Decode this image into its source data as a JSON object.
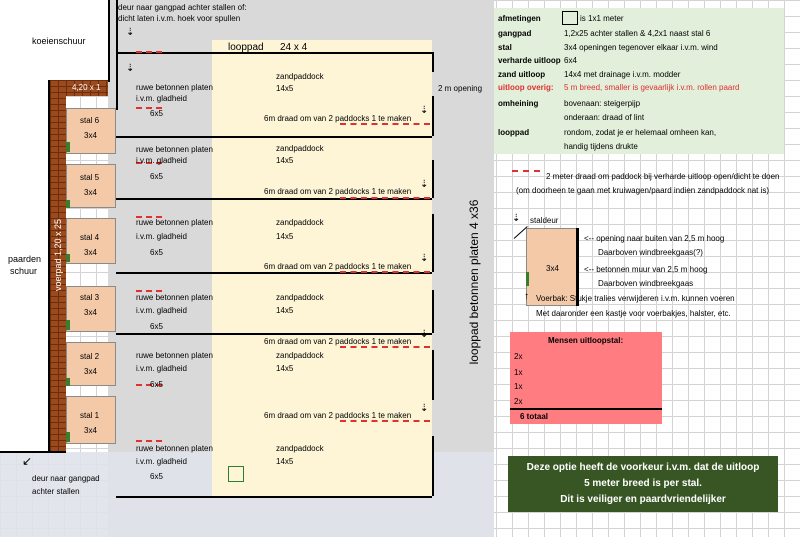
{
  "top_note": [
    "deur naar gangpad achter stallen of:",
    "dicht laten i.v.m. hoek voor spullen"
  ],
  "koeienschuur": "koeienschuur",
  "paardenschuur": [
    "paarden",
    "schuur"
  ],
  "voerpad": "voerpad 1,20 x 25",
  "corner_box": "4,20 x 1",
  "looppad_top": "looppad",
  "looppad_top_size": "24 x 4",
  "looppad_right": "looppad betonnen platen 4 x36",
  "opening_2m": "2 m opening",
  "bottom_left_note": [
    "deur naar gangpad",
    "achter stallen"
  ],
  "stalls": [
    {
      "name": "stal 6",
      "size": "3x4"
    },
    {
      "name": "stal 5",
      "size": "3x4"
    },
    {
      "name": "stal 4",
      "size": "3x4"
    },
    {
      "name": "stal 3",
      "size": "3x4"
    },
    {
      "name": "stal 2",
      "size": "3x4"
    },
    {
      "name": "stal 1",
      "size": "3x4"
    }
  ],
  "paddock": {
    "plates": [
      "ruwe betonnen platen",
      "i.v.m. gladheid"
    ],
    "plates_size": "6x5",
    "sand": "zandpaddock",
    "sand_size": "14x5",
    "wire_note": "6m draad om van 2 paddocks 1 te maken"
  },
  "legend": {
    "rows": [
      {
        "key": "afmetingen",
        "value": "is 1x1 meter"
      },
      {
        "key": "gangpad",
        "value": "1,2x25 achter stallen & 4,2x1 naast stal 6"
      },
      {
        "key": "stal",
        "value": "3x4 openingen tegenover elkaar i.v.m. wind"
      },
      {
        "key": "verharde uitloop",
        "value": "6x4"
      },
      {
        "key": "zand uitloop",
        "value": "14x4 met drainage i.v.m. modder"
      },
      {
        "key": "uitloop overig:",
        "value": "5 m breed, smaller is gevaarlijk i.v.m. rollen paard"
      },
      {
        "key": "omheining",
        "value": "bovenaan: steigerpijp"
      },
      {
        "key": "",
        "value": "onderaan: draad of lint"
      },
      {
        "key": "looppad",
        "value": "rondom, zodat je er helemaal omheen kan,"
      },
      {
        "key": "",
        "value": "handig tijdens drukte"
      }
    ]
  },
  "red_dash_note": [
    "2 meter draad om paddock bij verharde uitloop open/dicht te doen",
    "(om doorheen te gaan met kruiwagen/paard indien zandpaddock nat is)"
  ],
  "stall_detail": {
    "staldeur": "staldeur",
    "size": "3x4",
    "notes": [
      "<--   opening naar buiten van 2,5 m hoog",
      "Daarboven windbreekgaas(?)",
      "<--  betonnen muur van 2,5 m hoog",
      "Daarboven windbreekgaas"
    ],
    "voerpak": [
      "Voerbak: Stukje tralies verwijderen i.v.m. kunnen voeren",
      "Met daaronder een kastje voor voerbakjes, halster, etc."
    ]
  },
  "mensen": {
    "title": "Mensen uitloopstal:",
    "rows": [
      "2x",
      "1x",
      "1x",
      "2x"
    ],
    "total": "6  totaal"
  },
  "preference": [
    "Deze optie heeft de voorkeur i.v.m. dat de uitloop",
    "5 meter breed is per stal.",
    "Dit is veiliger en paardvriendelijker"
  ],
  "colors": {
    "red": "#e03030",
    "green_box": "#375623",
    "pink_box": "#ff7c80",
    "legend_bg": "#e2efda",
    "stall": "#f4c9a8",
    "sand": "#fdf5d6",
    "brick": "#9b4a1e"
  }
}
